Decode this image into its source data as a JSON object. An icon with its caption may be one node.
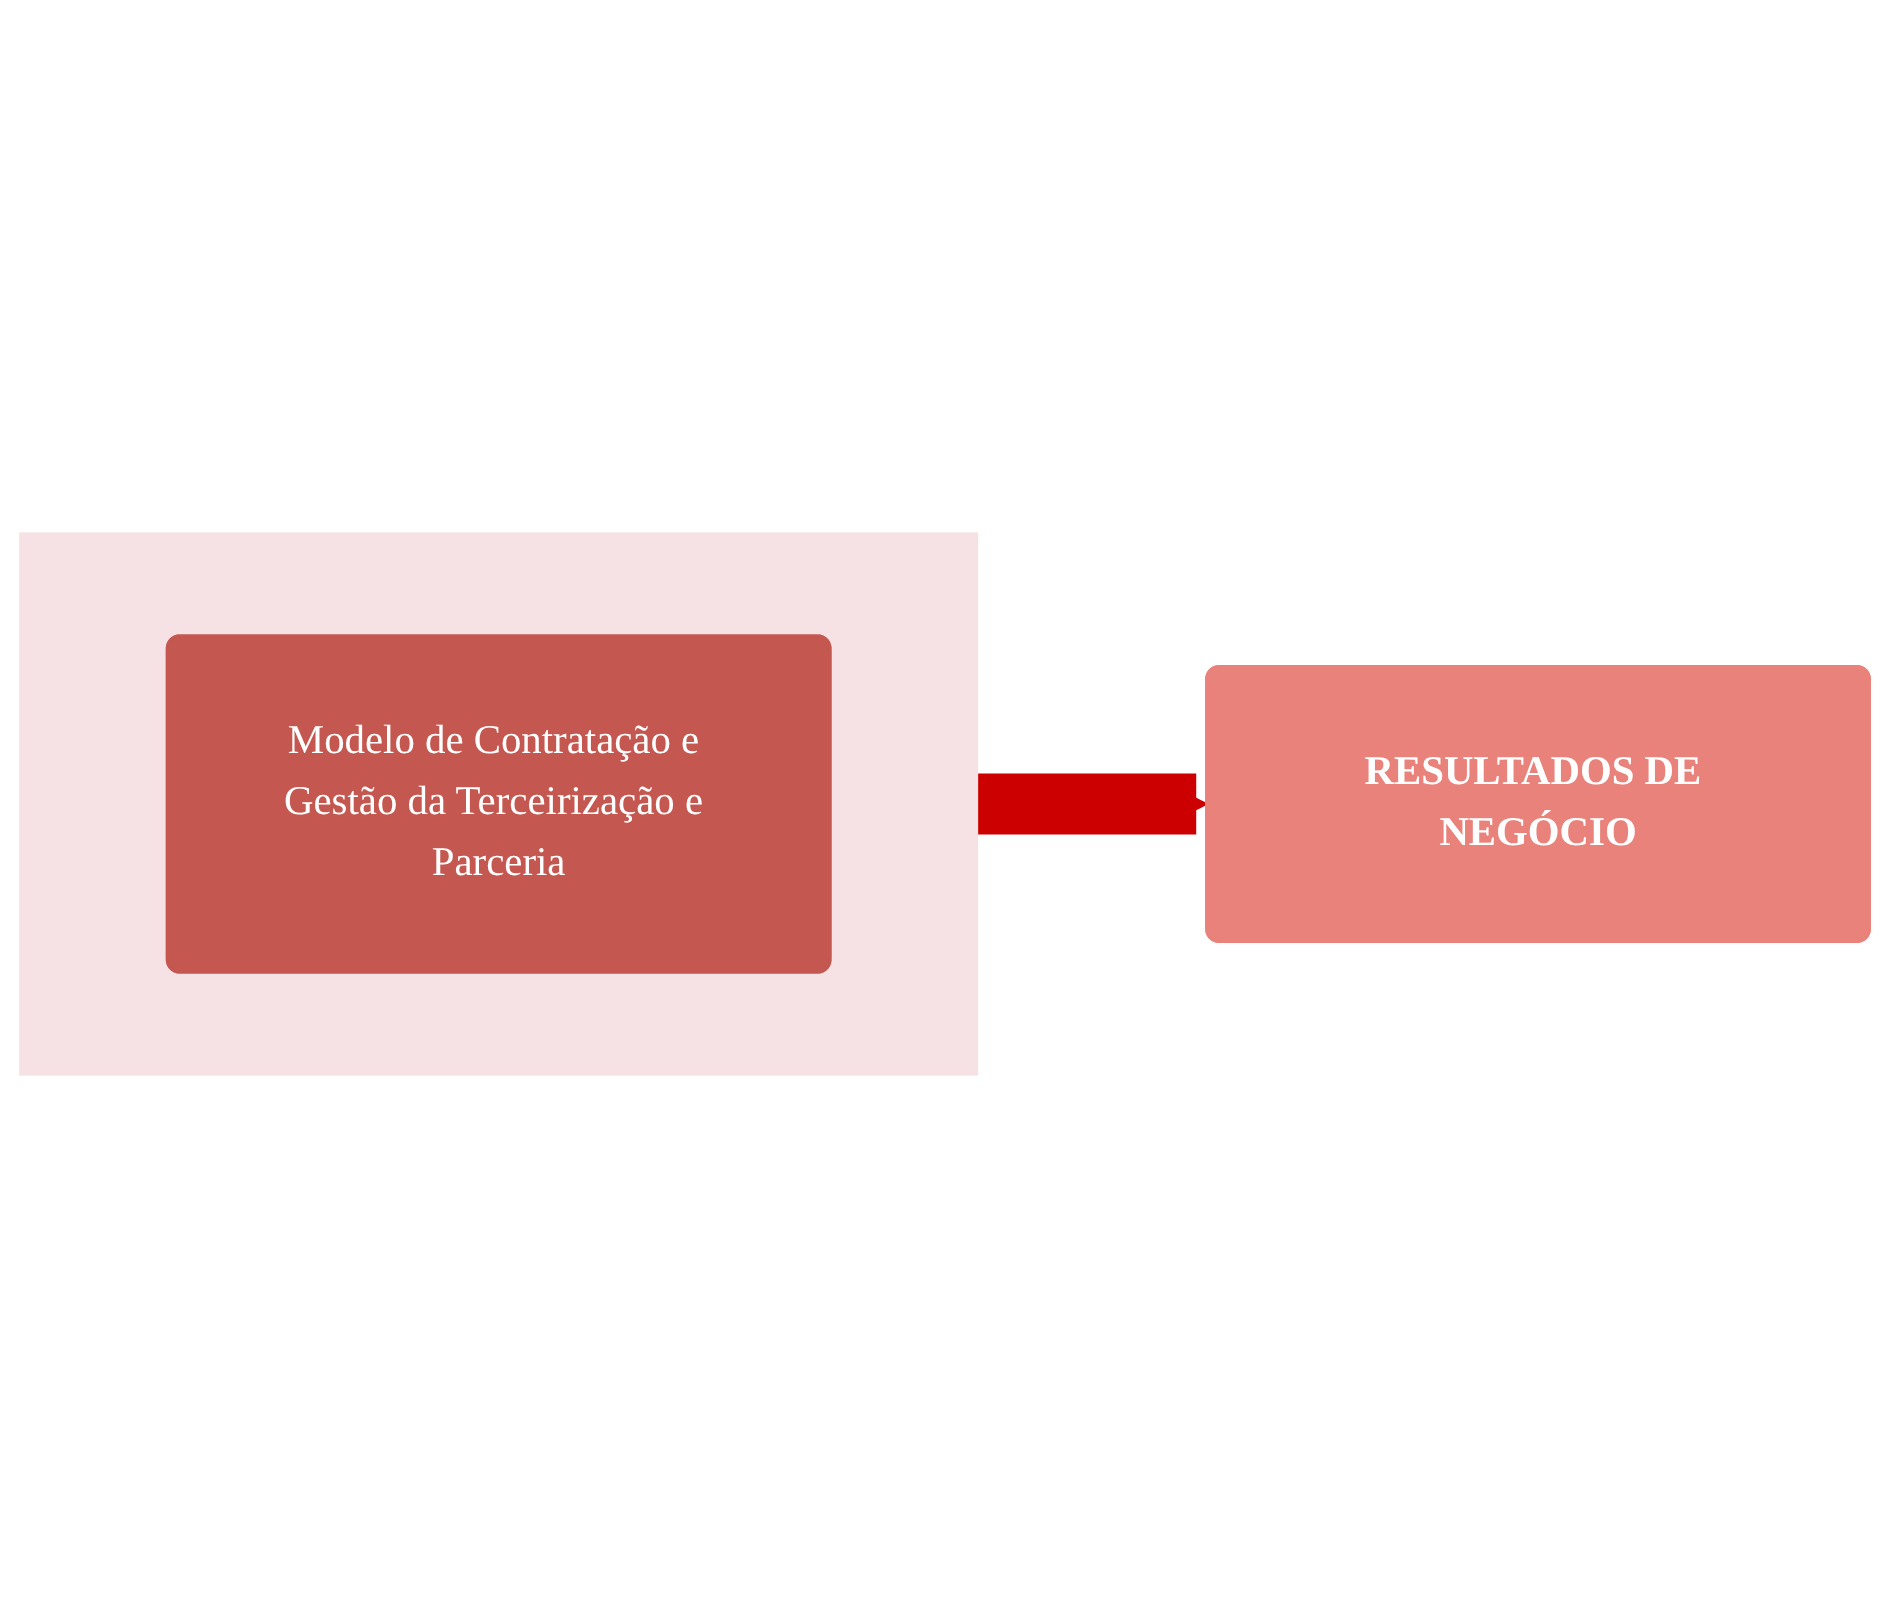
{
  "diagram": {
    "nodes": [
      {
        "text": [],
        "shape": "box"
      },
      {
        "text": [
          "Modelo de Contratação e Gestão da Terceirização e Parceria"
        ],
        "in": 0
      },
      {
        "text": [
          "RESULTADOS DE NEGÓCIO"
        ]
      }
    ],
    "edges": [
      {
        "from": 0,
        "to": 2,
        "arrow": "to",
        "color": "#cc0000"
      }
    ]
  }
}
